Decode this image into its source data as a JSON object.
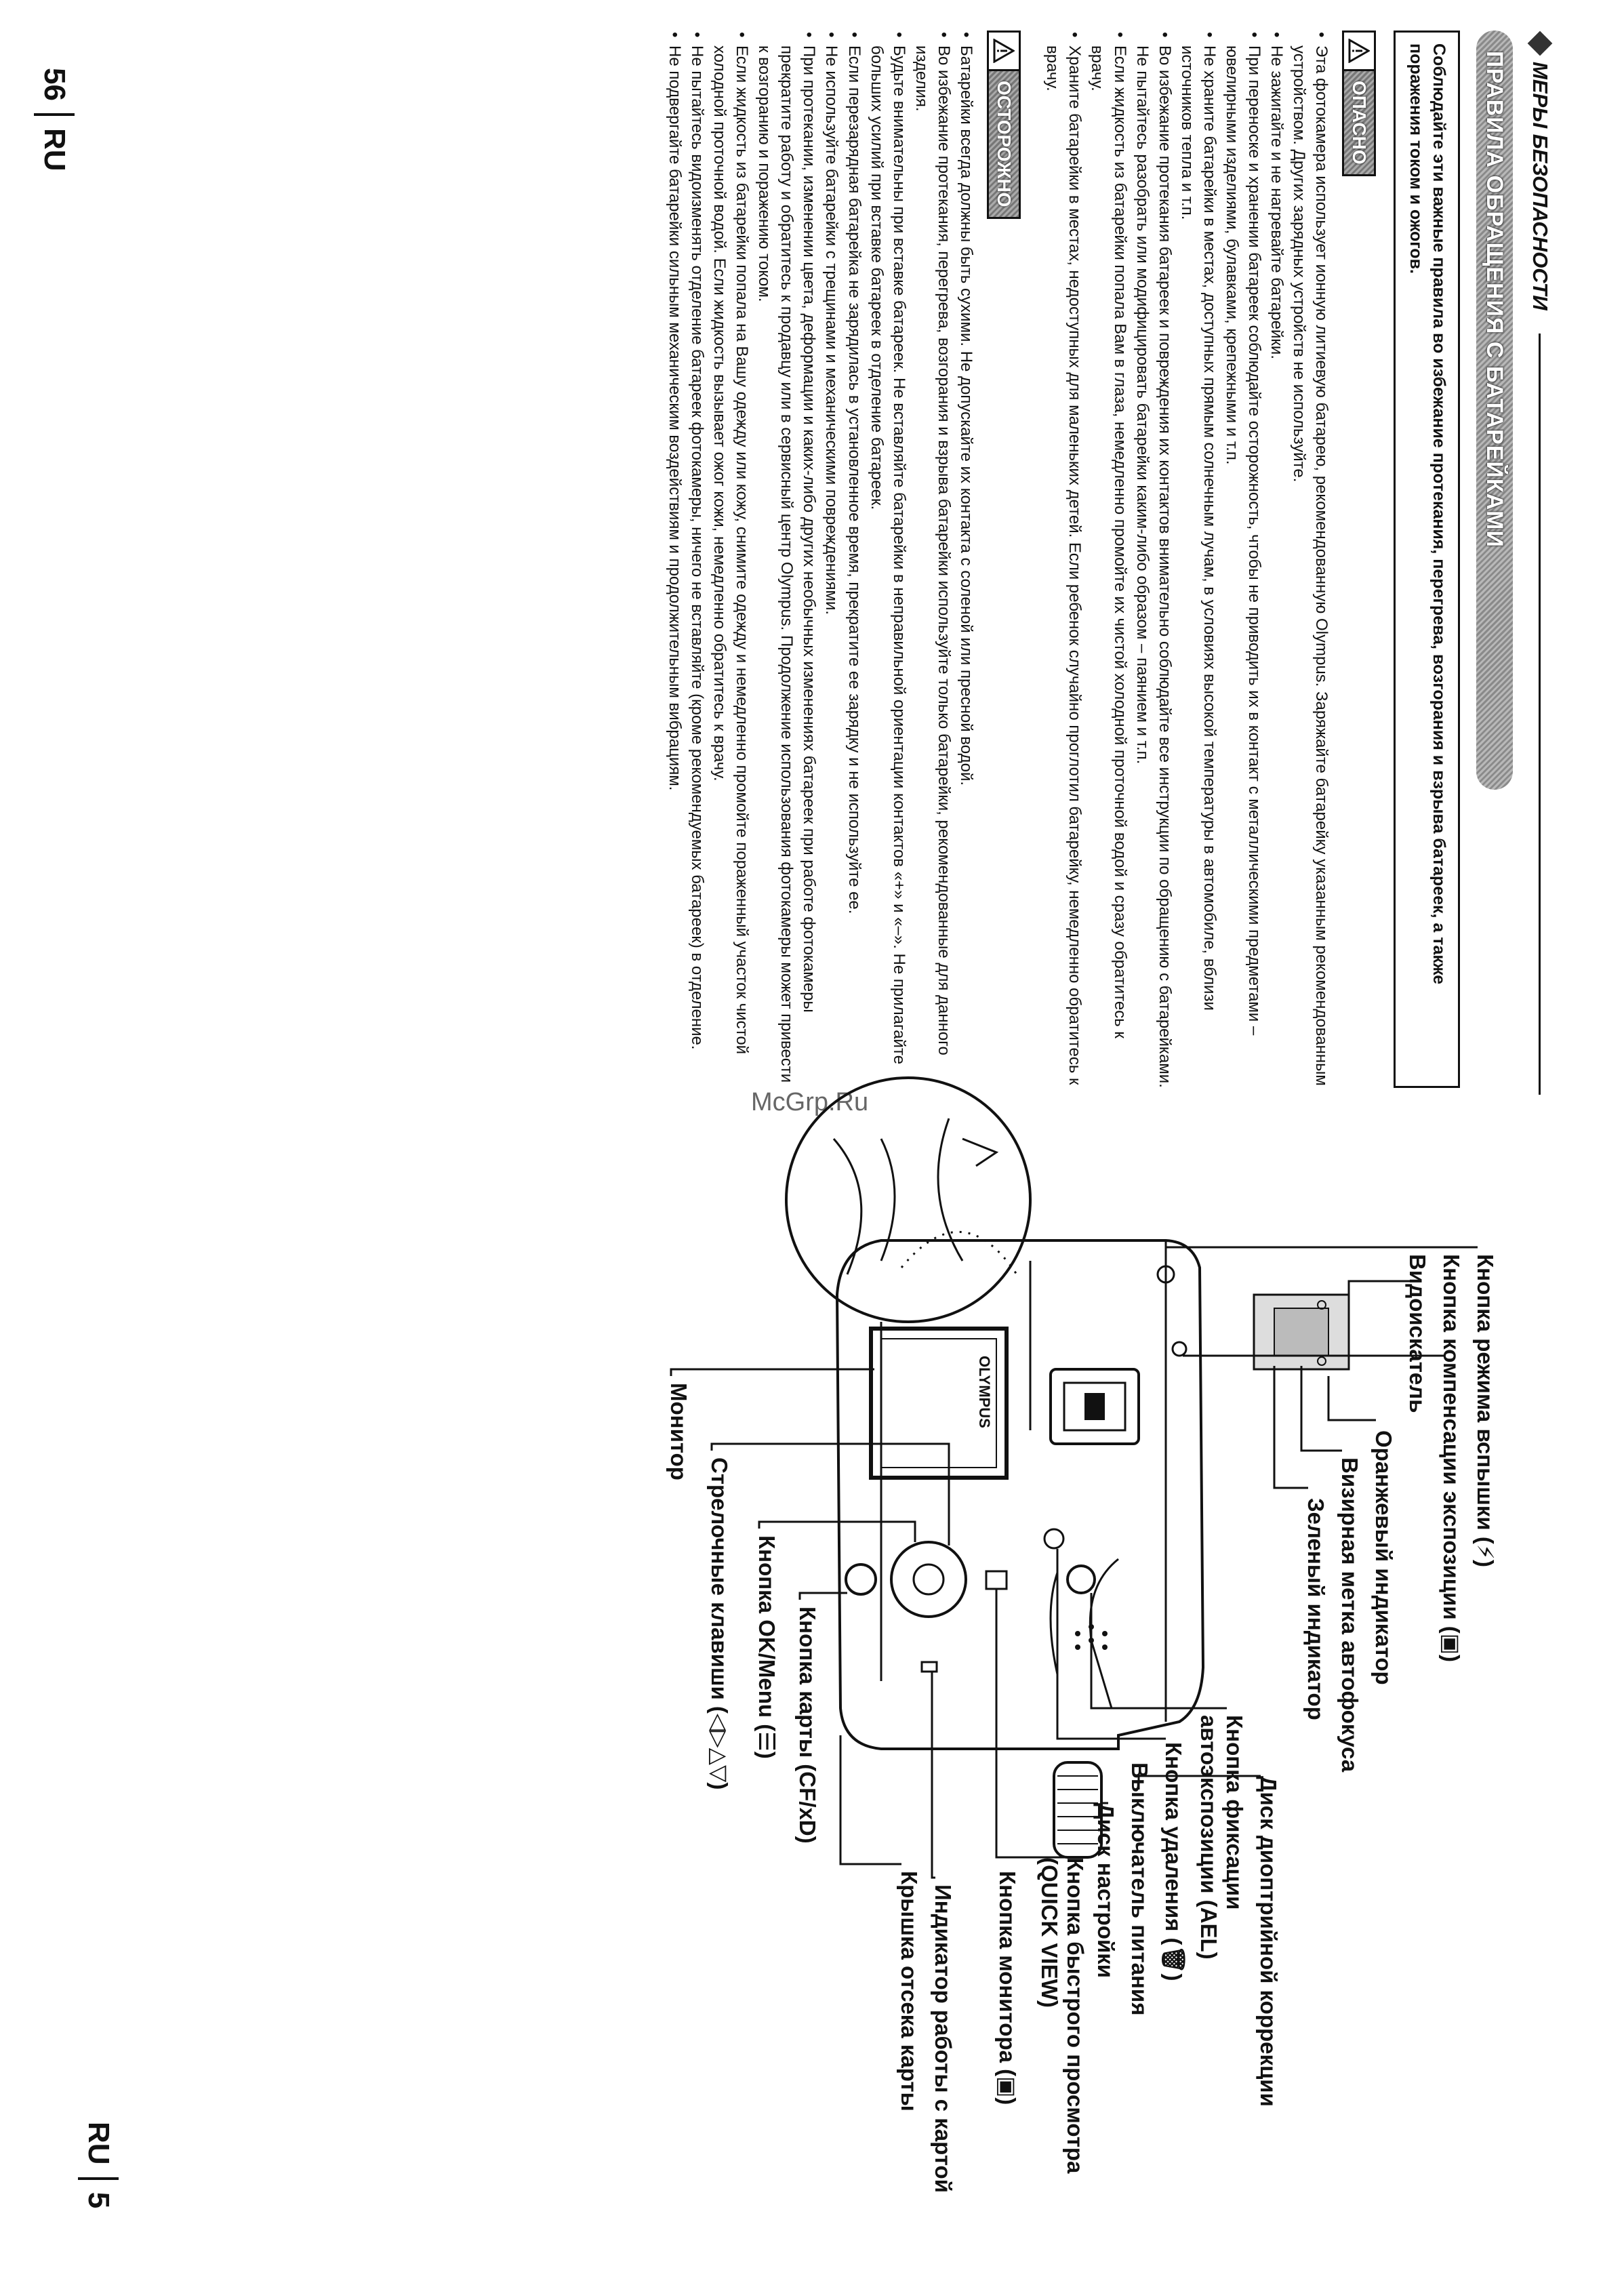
{
  "page": {
    "left_page_number": "56",
    "left_page_lang": "RU",
    "right_page_number": "5",
    "right_page_lang": "RU",
    "watermark": "McGrp.Ru"
  },
  "safety": {
    "section_title": "МЕРЫ БЕЗОПАСНОСТИ",
    "banner": "ПРАВИЛА ОБРАЩЕНИЯ С БАТАРЕЙКАМИ",
    "intro": "Соблюдайте эти важные правила во избежание протекания, перегрева, возгорания и взрыва батареек, а также поражения током и ожогов.",
    "danger_label": "ОПАСНО",
    "danger_items": [
      "Эта фотокамера использует ионную литиевую батарею, рекомендованную Olympus. Заряжайте батарейку указанным рекомендованным устройством. Других зарядных устройств не используйте.",
      "Не зажигайте и не нагревайте батарейки.",
      "При переноске и хранении батареек соблюдайте осторожность, чтобы не приводить их в контакт с металлическими предметами – ювелирными изделиями, булавками, крепежными и т.п.",
      "Не храните батарейки в местах, доступных прямым солнечным лучам, в условиях высокой температуры в автомобиле, вблизи источников тепла и т.п.",
      "Во избежание протекания батареек и повреждения их контактов внимательно соблюдайте все инструкции по обращению с батарейками. Не пытайтесь разобрать или модифицировать батарейки каким-либо образом – паянием и т.п.",
      "Если жидкость из батарейки попала Вам в глаза, немедленно промойте их чистой холодной проточной водой и сразу обратитесь к врачу.",
      "Храните батарейки в местах, недоступных для маленьких детей. Если ребенок случайно проглотил батарейку, немедленно обратитесь к врачу."
    ],
    "caution_label": "ОСТОРОЖНО",
    "caution_items": [
      "Батарейки всегда должны быть сухими. Не допускайте их контакта с соленой или пресной водой.",
      "Во избежание протекания, перегрева, возгорания и взрыва батарейки используйте только батарейки, рекомендованные для данного изделия.",
      "Будьте внимательны при вставке батареек. Не вставляйте батарейки в неправильной ориентации контактов «+» и «–». Не прилагайте больших усилий при вставке батареек в отделение батареек.",
      "Если перезарядная батарейка не зарядилась в установленное время, прекратите ее зарядку и не используйте ее.",
      "Не используйте батарейки с трещинами и механическими повреждениями.",
      "При протекании, изменении цвета, деформации и каких-либо других необычных изменениях батареек при работе фотокамеры прекратите работу и обратитесь к продавцу или в сервисный центр Olympus. Продолжение использования фотокамеры может привести к возгоранию и поражению током.",
      "Если жидкость из батарейки попала на Вашу одежду или кожу, снимите одежду и немедленно промойте пораженный участок чистой холодной проточной водой. Если жидкость вызывает ожог кожи, немедленно обратитесь к врачу.",
      "Не пытайтесь видоизменять отделение батареек фотокамеры, ничего не вставляйте (кроме рекомендуемых батареек) в отделение.",
      "Не подвергайте батарейки сильным механическим воздействиям и продолжительным вибрациям."
    ]
  },
  "diagram": {
    "camera_brand": "OLYMPUS",
    "labels": [
      "Кнопка режима вспышки (⚡)",
      "Кнопка компенсации экспозиции (▣)",
      "Видоискатель",
      "Оранжевый индикатор",
      "Визирная метка автофокуса",
      "Зеленый индикатор",
      "Диск диоптрийной коррекции",
      "Кнопка фиксации автоэкспозиции (AEL)",
      "Кнопка удаления (🗑)",
      "Выключатель питания",
      "Диск настройки",
      "Кнопка быстрого просмотра (QUICK VIEW)",
      "Кнопка монитора (▣)",
      "Индикатор работы с картой",
      "Крышка отсека карты",
      "Кнопка карты (CF/xD)",
      "Кнопка OK/Menu (☰)",
      "Стрелочные клавиши (◁▷△▽)",
      "Монитор"
    ]
  }
}
